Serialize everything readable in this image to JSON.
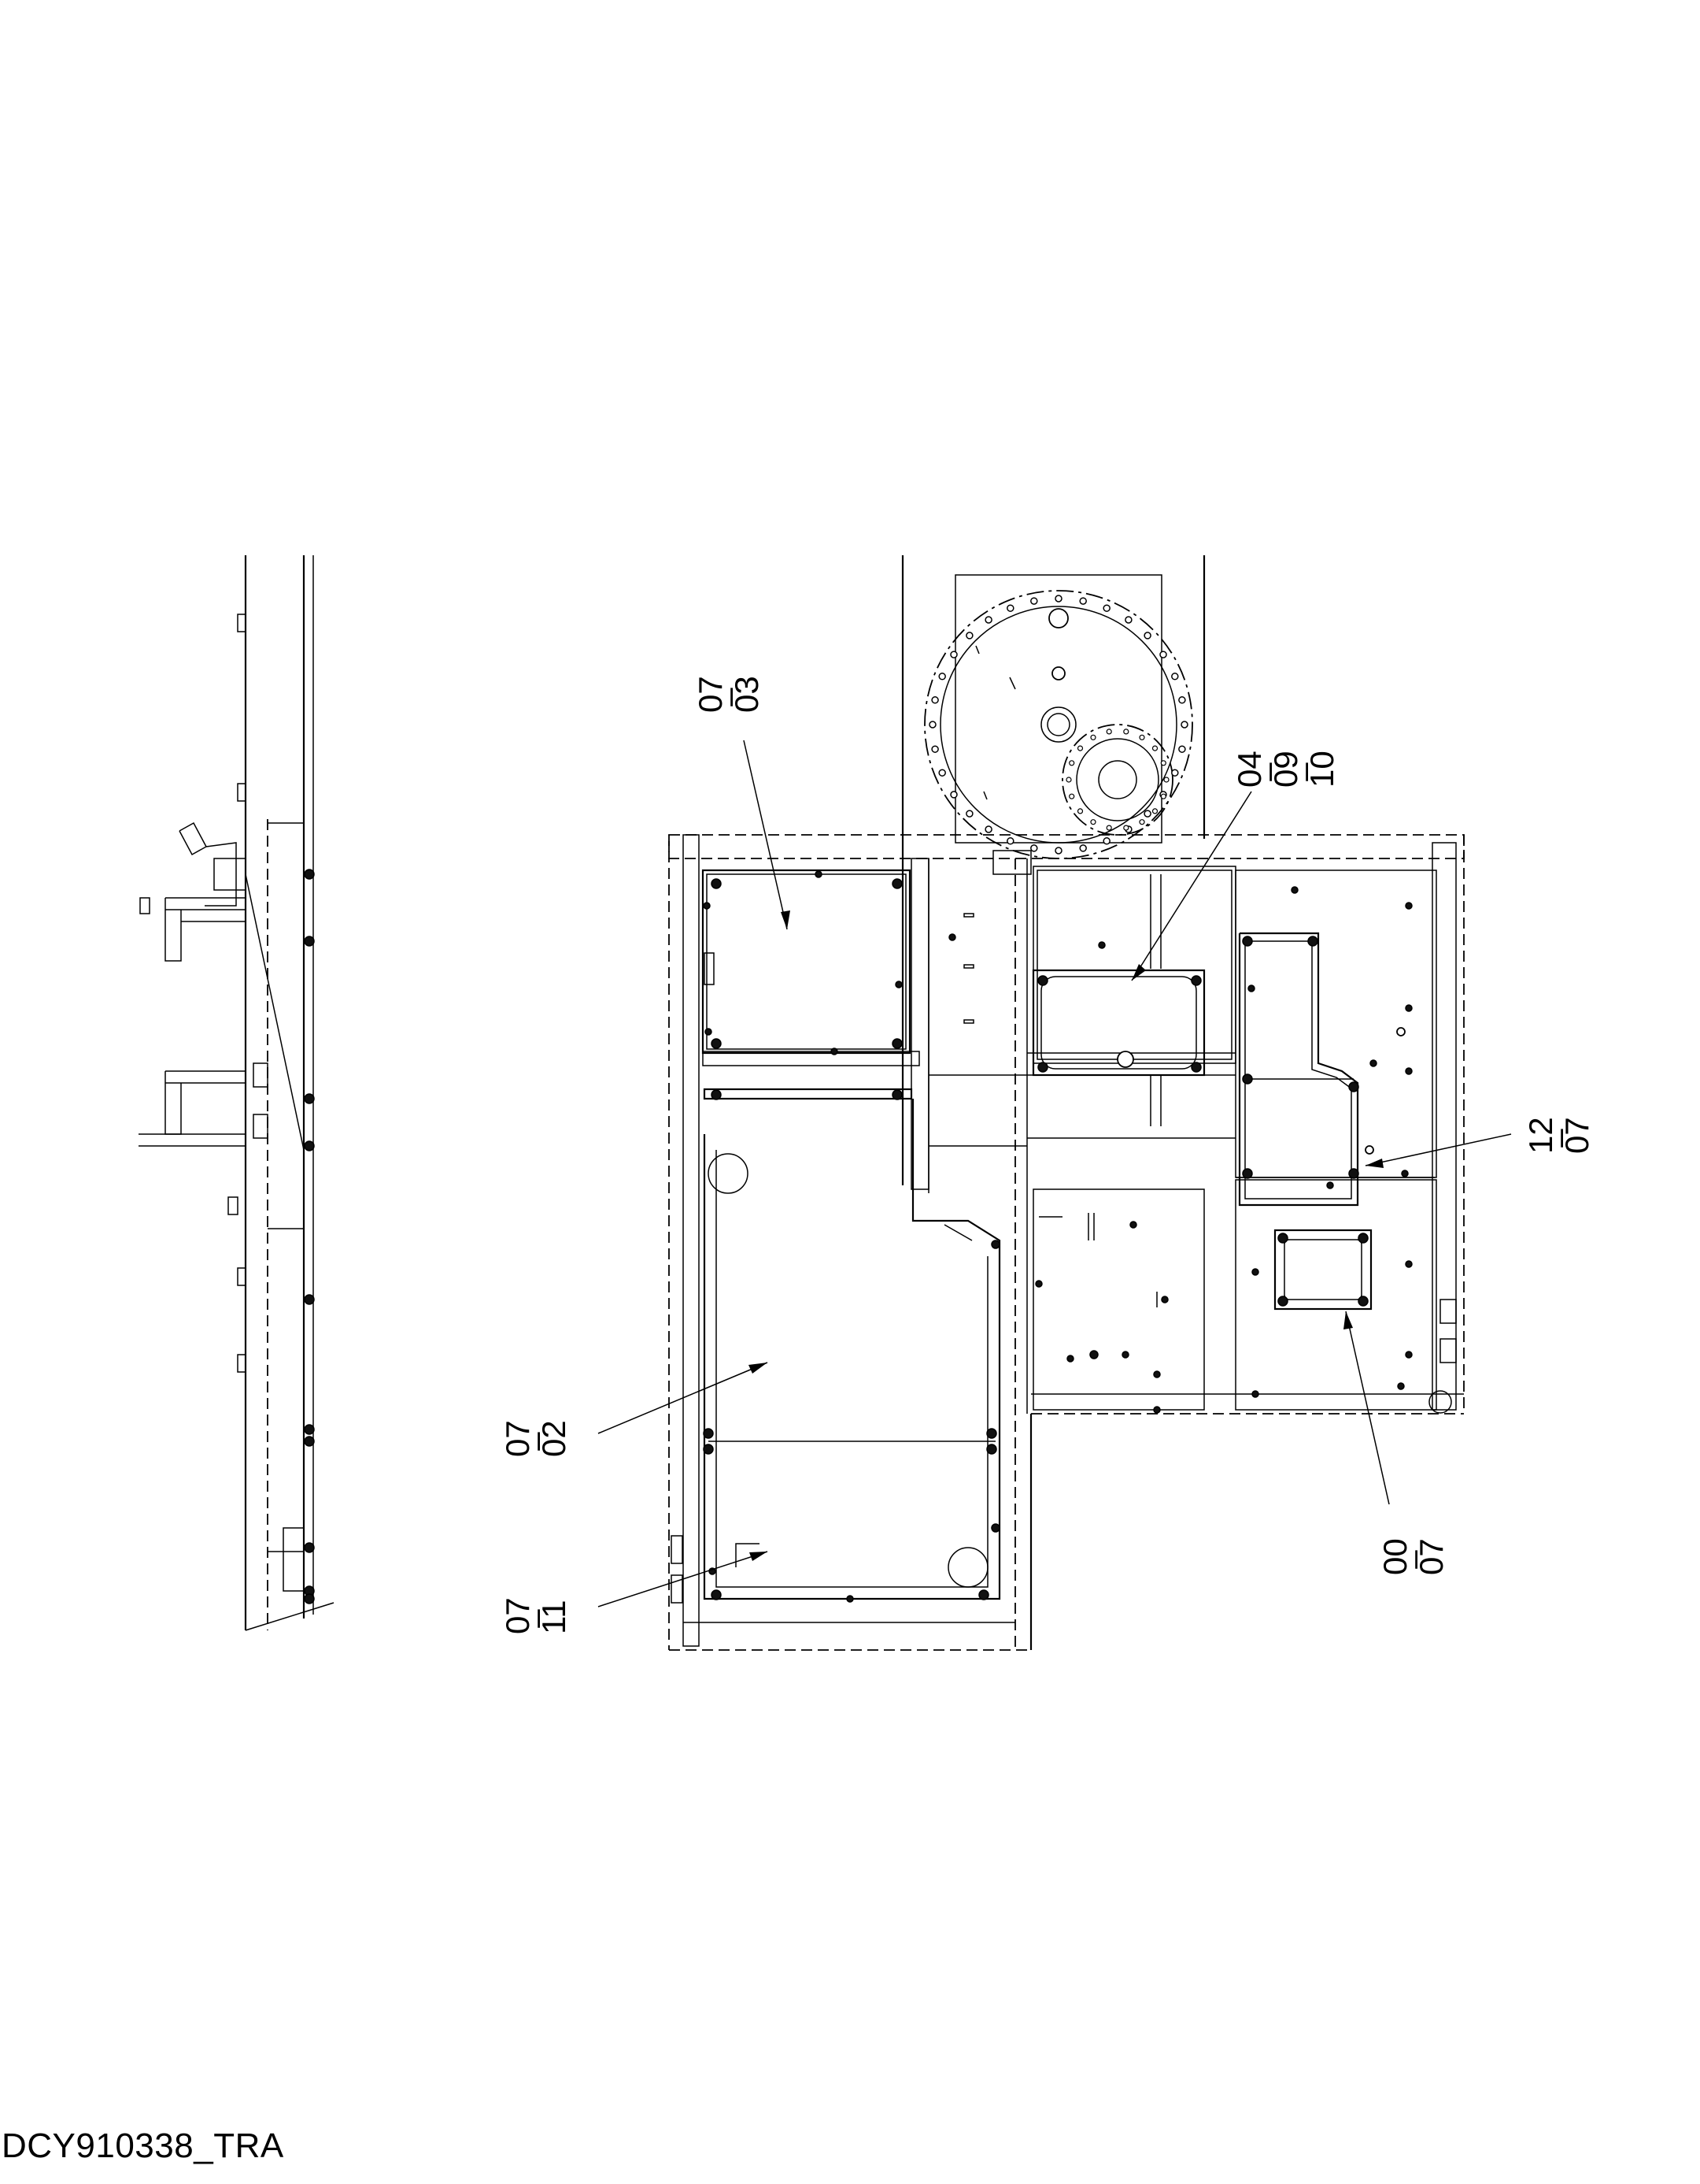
{
  "drawing_id": "DCY910338_TRA",
  "callouts": [
    {
      "id": "c0703",
      "lines": [
        "07",
        "03"
      ]
    },
    {
      "id": "c040910",
      "lines": [
        "04",
        "09",
        "10"
      ]
    },
    {
      "id": "c1207",
      "lines": [
        "12",
        "07"
      ]
    },
    {
      "id": "c0702",
      "lines": [
        "07",
        "02"
      ]
    },
    {
      "id": "c0711",
      "lines": [
        "07",
        "11"
      ]
    },
    {
      "id": "c0007",
      "lines": [
        "00",
        "07"
      ]
    }
  ]
}
